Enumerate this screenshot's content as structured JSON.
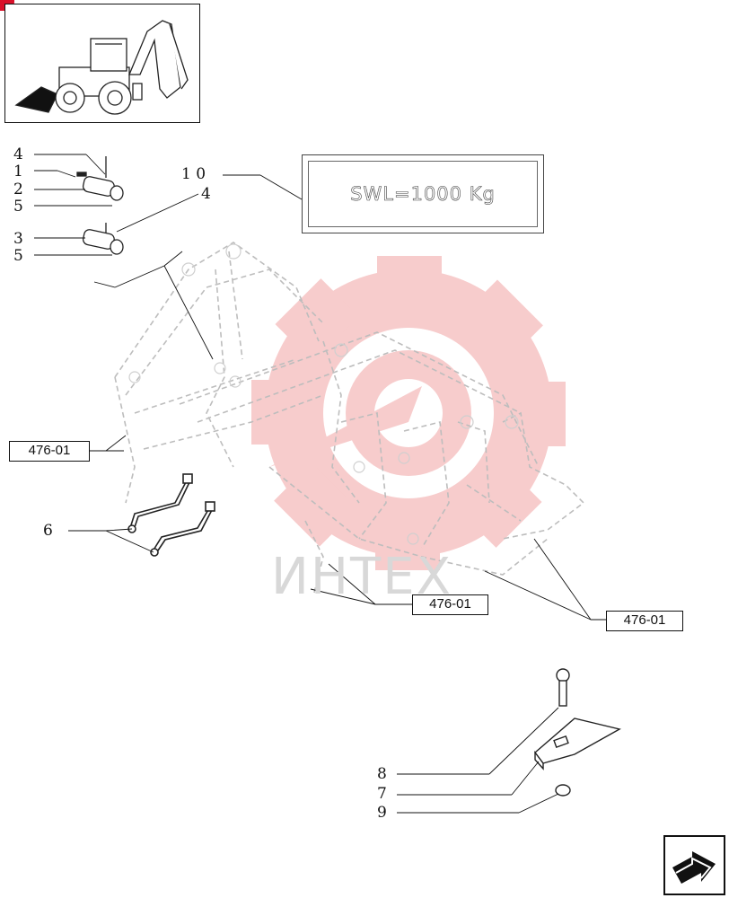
{
  "diagram": {
    "decal_text": "SWL=1000 Kg",
    "watermark": "ИНТЕХ",
    "callouts": {
      "c4a": "4",
      "c1": "1",
      "c2": "2",
      "c5a": "5",
      "c10": "1 0",
      "c4b": "4",
      "c3": "3",
      "c5b": "5",
      "c6": "6",
      "c8": "8",
      "c7": "7",
      "c9": "9"
    },
    "references": {
      "left": "476-01",
      "center": "476-01",
      "right": "476-01"
    }
  },
  "colors": {
    "ink": "#111111",
    "ghost": "#c4c4c4",
    "watermark_gear": "#f4b3b3",
    "corner_badge": "#d9112a"
  },
  "icons": {
    "thumbnail": "backhoe-loader-icon",
    "nav": "next-page-arrow-icon"
  }
}
